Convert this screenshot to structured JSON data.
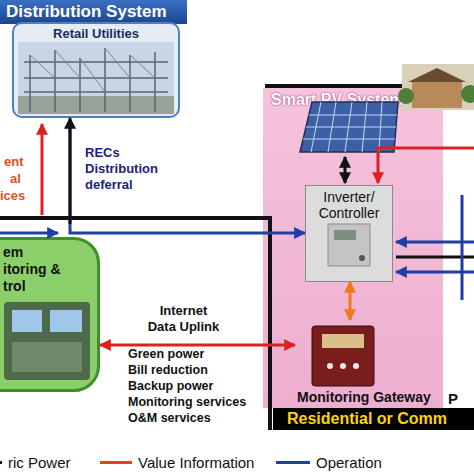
{
  "diagram": {
    "nodes": [
      {
        "text": [
          "Distribution System"
        ]
      },
      {
        "text": [
          "Retail Utilities"
        ],
        "in": 0
      },
      {
        "text": [
          "Smart PV System"
        ]
      },
      {
        "text": [
          "Inverter/ Controller"
        ],
        "in": 2
      },
      {
        "text": [
          "Monitoring Gateway"
        ],
        "in": 2
      },
      {
        "text": [
          "em itoring & trol"
        ]
      },
      {
        "text": [
          "Residential or Comm"
        ]
      }
    ],
    "edges": [
      {
        "from": 1,
        "to": 3,
        "arrow": "both"
      },
      {
        "from": 3,
        "to": 4,
        "arrow": "both"
      },
      {
        "from": 5,
        "to": 4,
        "arrow": "both",
        "label": "Internet Data Uplink"
      }
    ],
    "labels": [
      "ent",
      "al",
      "ices",
      "RECs Distribution deferral",
      "Green power",
      "Bill reduction",
      "Backup power",
      "Monitoring services",
      "O&M services",
      "P"
    ],
    "legend": [
      {
        "text": "ric Power"
      },
      {
        "text": "Value Information"
      },
      {
        "text": "Operation"
      }
    ]
  }
}
